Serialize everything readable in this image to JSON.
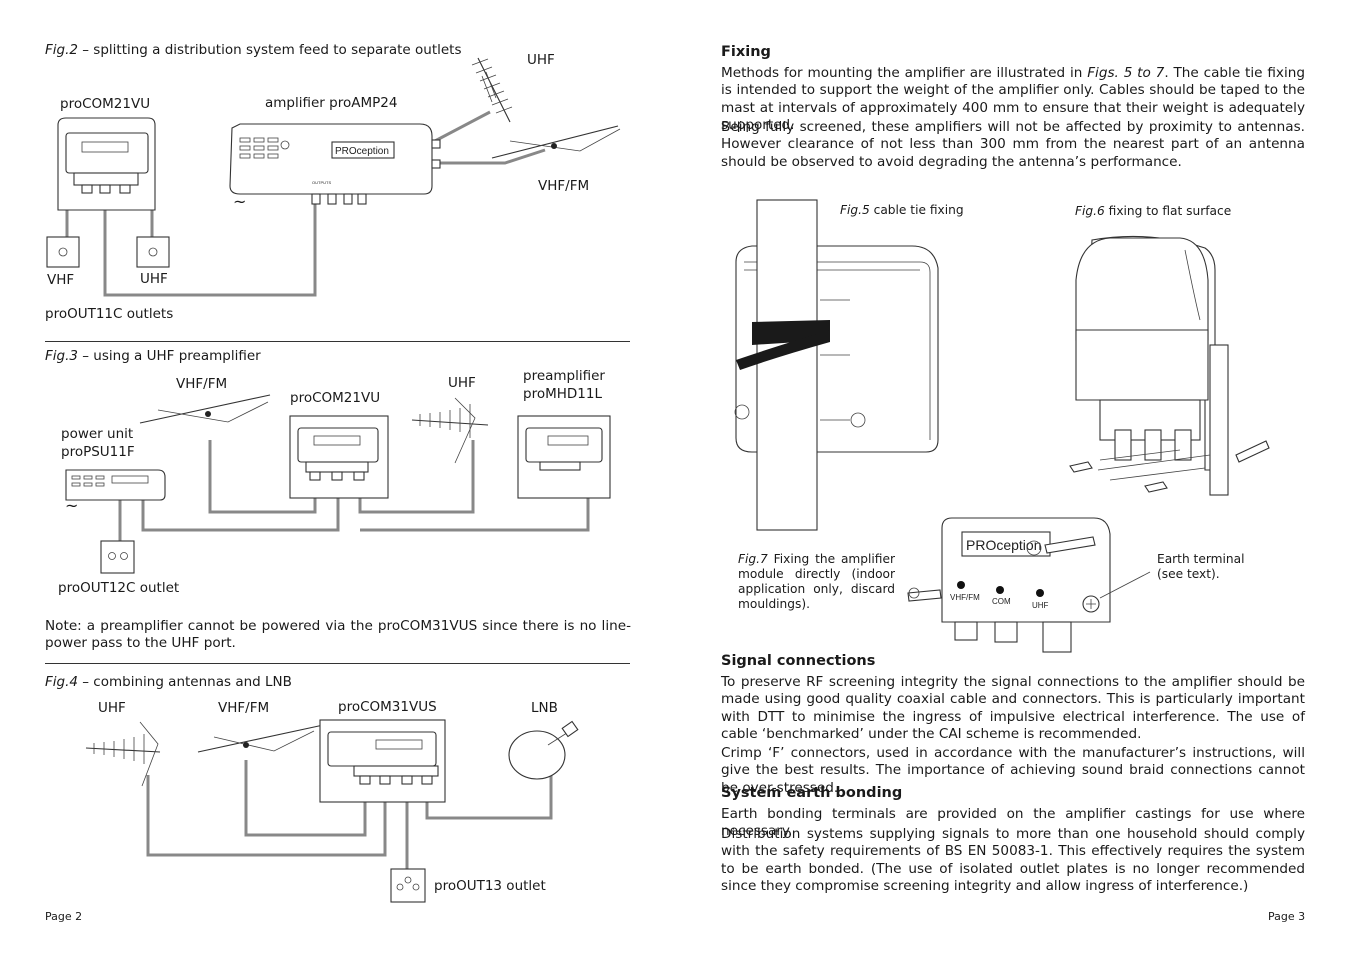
{
  "left_page": {
    "fig2": {
      "number": "Fig.2",
      "caption": " – splitting a distribution system feed to separate outlets",
      "labels": {
        "procom": "proCOM21VU",
        "amp": "amplifier proAMP24",
        "uhf_antenna": "UHF",
        "vhf_antenna": "VHF/FM",
        "vhf_out": "VHF",
        "uhf_out": "UHF",
        "outlets": "proOUT11C outlets",
        "mains": "~",
        "amp_brand": "PROception",
        "amp_outputs": "OUTPUTS"
      }
    },
    "fig3": {
      "number": "Fig.3",
      "caption": " – using a UHF preamplifier",
      "labels": {
        "vhf_antenna": "VHF/FM",
        "procom": "proCOM21VU",
        "uhf_antenna": "UHF",
        "preamp_line1": "preamplifier",
        "preamp_line2": "proMHD11L",
        "psu_line1": "power unit",
        "psu_line2": "proPSU11F",
        "outlet": "proOUT12C outlet",
        "mains": "~"
      }
    },
    "note": "Note: a preamplifier cannot be powered via the proCOM31VUS since there is no line-power pass to the UHF port.",
    "fig4": {
      "number": "Fig.4",
      "caption": " – combining antennas and LNB",
      "labels": {
        "uhf_antenna": "UHF",
        "vhf_antenna": "VHF/FM",
        "procom": "proCOM31VUS",
        "lnb": "LNB",
        "outlet": "proOUT13 outlet"
      }
    },
    "page_number": "Page 2"
  },
  "right_page": {
    "fixing": {
      "heading": "Fixing",
      "p1_a": "Methods for mounting the amplifier are illustrated in ",
      "p1_figs": "Figs. 5 to 7",
      "p1_b": ". The cable tie fixing is intended to support the weight of the amplifier only. Cables should be taped to the mast at intervals of approximately 400 mm to ensure that their weight is adequately supported.",
      "p2": "Being fully screened, these amplifiers will not be affected by proximity to antennas. However clearance of not less than 300 mm from the nearest part of an antenna should be observed to avoid degrading the antenna’s performance."
    },
    "fig5": {
      "number": "Fig.5",
      "caption": " cable tie fixing"
    },
    "fig6": {
      "number": "Fig.6",
      "caption": " fixing to flat surface"
    },
    "fig7": {
      "number": "Fig.7",
      "caption": "  Fixing the amplifier module directly (indoor application only, discard mouldings).",
      "brand": "PROception",
      "port_labels": [
        "VHF/FM",
        "COM",
        "UHF"
      ],
      "earth_label_line1": "Earth terminal",
      "earth_label_line2": "(see text)."
    },
    "signal": {
      "heading": "Signal connections",
      "p1": "To preserve RF screening integrity the signal connections to the amplifier should be made using good quality coaxial cable and connectors. This is particularly important with DTT to minimise the ingress of impulsive electrical interference. The use of cable ‘benchmarked’ under the CAI scheme is recommended.",
      "p2": "Crimp ‘F’ connectors, used in accordance with the manufacturer’s instructions, will give the best results. The importance of achieving sound braid connections cannot be over-stressed."
    },
    "earth": {
      "heading": "System earth bonding",
      "p1": "Earth bonding terminals are provided on the amplifier castings for use where necessary.",
      "p2": "Distribution systems supplying signals to more than one household should comply with the safety requirements of BS EN 50083-1.  This effectively requires the system to be earth bonded. (The use of isolated outlet plates is no longer recommended since they compromise screening integrity and allow ingress of interference.)"
    },
    "page_number": "Page 3"
  }
}
